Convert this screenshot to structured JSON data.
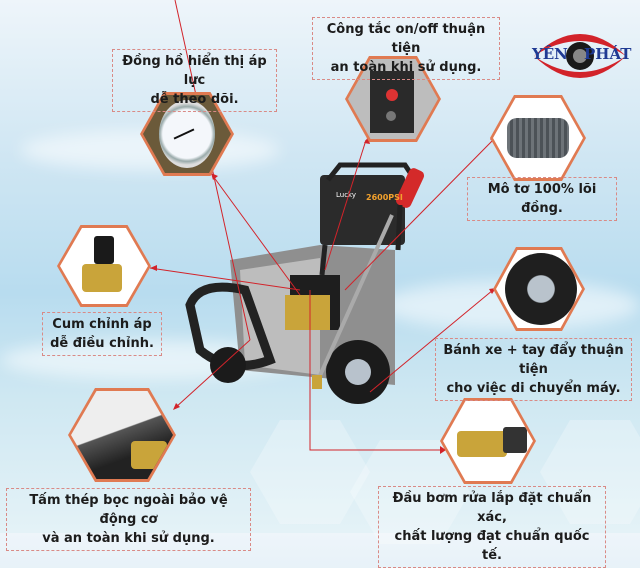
{
  "logo": {
    "text": "YÊN PHÁT",
    "left": "YÊN",
    "right": "PHÁT"
  },
  "callouts": {
    "gauge": "Đồng hồ hiển thị áp lực dễ theo dõi.",
    "gauge_lines": [
      "Đồng hồ hiển thị áp lực",
      "dễ theo dõi."
    ],
    "switch_lines": [
      "Công tắc on/off thuận tiện",
      "an toàn khi sử dụng."
    ],
    "motor_lines": [
      "Mô tơ 100% lõi đồng."
    ],
    "valve_lines": [
      "Cum chỉnh áp",
      "dễ điều chỉnh."
    ],
    "wheel_lines": [
      "Bánh xe + tay đẩy thuận tiện",
      "cho việc di chuyển máy."
    ],
    "plate_lines": [
      "Tấm thép bọc ngoài bảo vệ động cơ",
      "và an toàn khi sử dụng."
    ],
    "pump_lines": [
      "Đầu bơm rửa lắp đặt chuẩn xác,",
      "chất lượng đạt chuẩn quốc tế."
    ]
  },
  "machine": {
    "brand": "Lucky",
    "model": "2600PSI"
  },
  "colors": {
    "accent": "#e07a52",
    "line": "#d2232a",
    "logo_red": "#d2232a",
    "logo_blue": "#1f3a93"
  }
}
